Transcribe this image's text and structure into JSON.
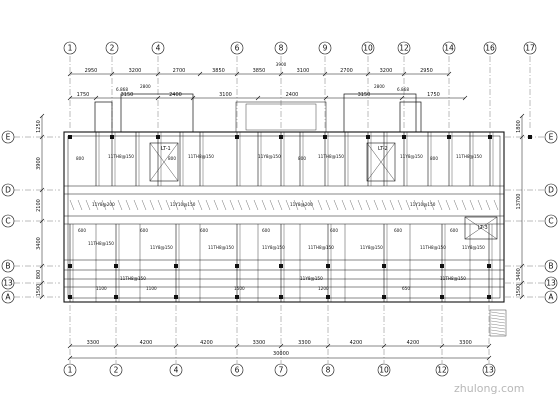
{
  "axes": {
    "columns": [
      "1",
      "2",
      "4",
      "6",
      "8",
      "9",
      "10",
      "12",
      "14",
      "16",
      "17"
    ],
    "columns_bottom": [
      "1",
      "2",
      "4",
      "6",
      "7",
      "8",
      "10",
      "12",
      "13"
    ],
    "rows": [
      "E",
      "D",
      "C",
      "B",
      "A"
    ],
    "rows_extra": "13"
  },
  "dims": {
    "top_outer": [
      "2950",
      "3200",
      "2700",
      "3850",
      "3850",
      "3100",
      "2700",
      "3200",
      "2950"
    ],
    "top_inner": [
      "1750",
      "3150",
      "2400",
      "3100",
      "2400",
      "3150",
      "1750"
    ],
    "bottom_inner": [
      "3300",
      "4200",
      "4200",
      "3300",
      "3300",
      "4200",
      "4200",
      "3300"
    ],
    "bottom_total": "30000",
    "left_outer": [
      "1250",
      "3900",
      "2100",
      "3400",
      "800",
      "1500"
    ],
    "right_outer": [
      "1800",
      "13700",
      "3400",
      "1500"
    ],
    "small": [
      "2800",
      "1250",
      "800",
      "600",
      "1100",
      "1500",
      "1200",
      "650"
    ]
  },
  "labels": {
    "stair_tags": [
      "LT-1",
      "LT-2",
      "LT-3"
    ],
    "beam_tags": [
      "11TH8@150",
      "11Y8@150",
      "11Y8@200",
      "11Y10@150"
    ],
    "elev_tags": [
      "6.868"
    ],
    "top_mark": "3900"
  },
  "watermark": "zhulong.com"
}
